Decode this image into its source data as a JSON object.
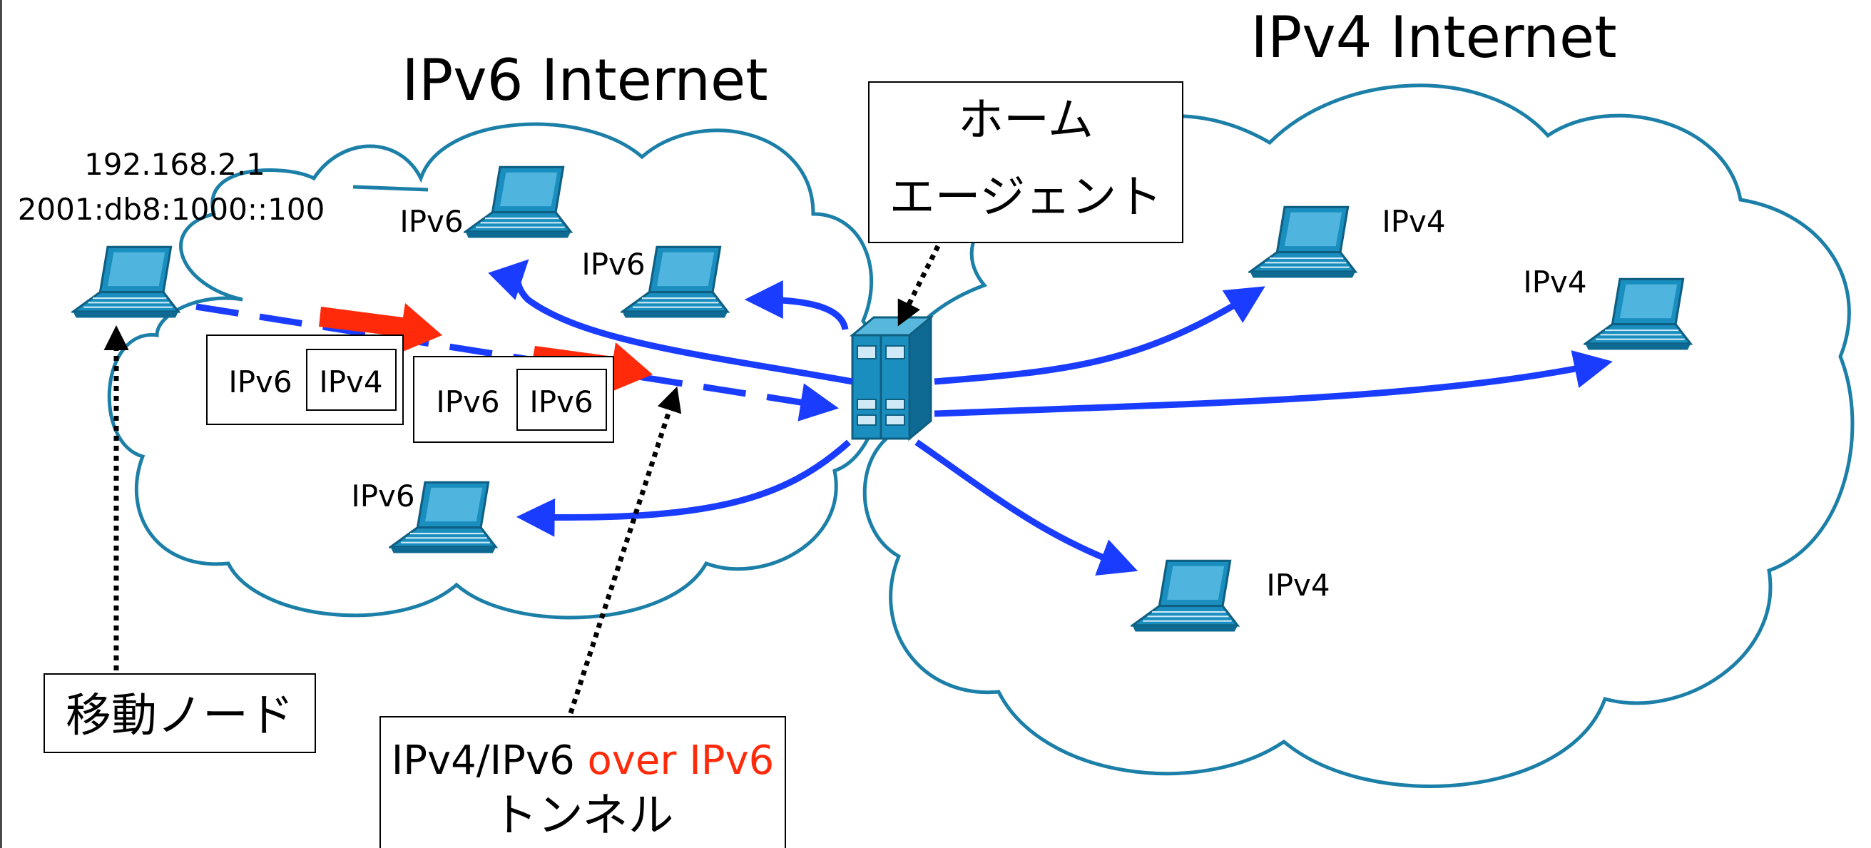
{
  "colors": {
    "cloud_stroke": "#1b7fa8",
    "arrow_blue": "#1a3cff",
    "arrow_red": "#ff2a0a",
    "laptop": "#1a8fbf",
    "text_red": "#ff2a0a",
    "label_border": "#000000"
  },
  "clouds": {
    "ipv6_title": "IPv6 Internet",
    "ipv4_title": "IPv4 Internet"
  },
  "mobile_node": {
    "ipv4_address": "192.168.2.1",
    "ipv6_address": "2001:db8:1000::100",
    "label": "移動ノード",
    "icon": "laptop-icon"
  },
  "home_agent": {
    "label_line1": "ホーム",
    "label_line2": "エージェント",
    "icon": "server-rack-icon"
  },
  "tunnel": {
    "label_part1": "IPv4/IPv6 ",
    "label_part2": "over IPv6",
    "label_line2": "トンネル"
  },
  "packets": [
    {
      "outer": "IPv6",
      "inner": "IPv4"
    },
    {
      "outer": "IPv6",
      "inner": "IPv6"
    }
  ],
  "hosts": {
    "ipv6": [
      "IPv6",
      "IPv6",
      "IPv6"
    ],
    "ipv4": [
      "IPv4",
      "IPv4",
      "IPv4"
    ]
  }
}
